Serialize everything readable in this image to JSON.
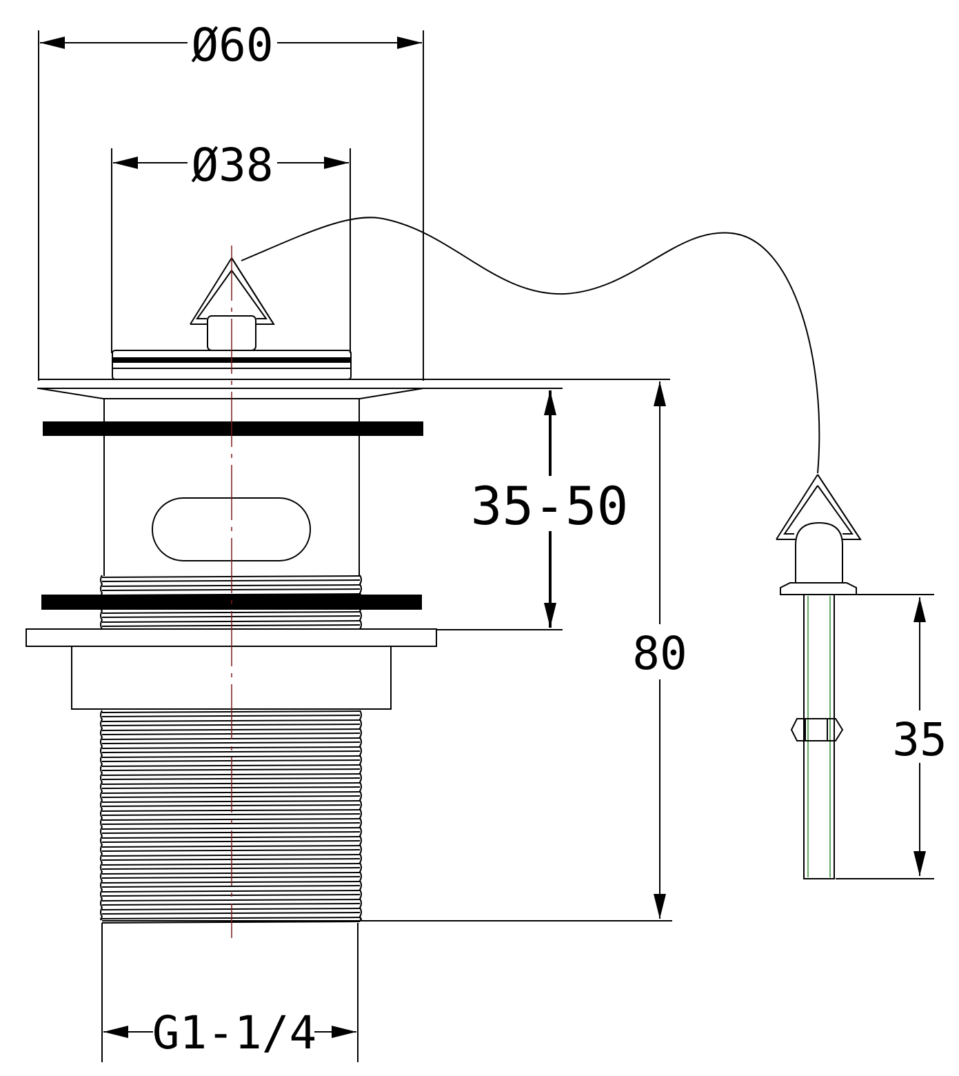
{
  "dimensions": {
    "outer_diameter": "Ø60",
    "inner_diameter": "Ø38",
    "clamp_range": "35-50",
    "total_height": "80",
    "thread": "G1-1/4",
    "stud_length": "35"
  },
  "colors": {
    "line": "#000000",
    "centerline": "#7a1a1a",
    "stud_accent": "#2e8b2e",
    "background": "#ffffff"
  }
}
